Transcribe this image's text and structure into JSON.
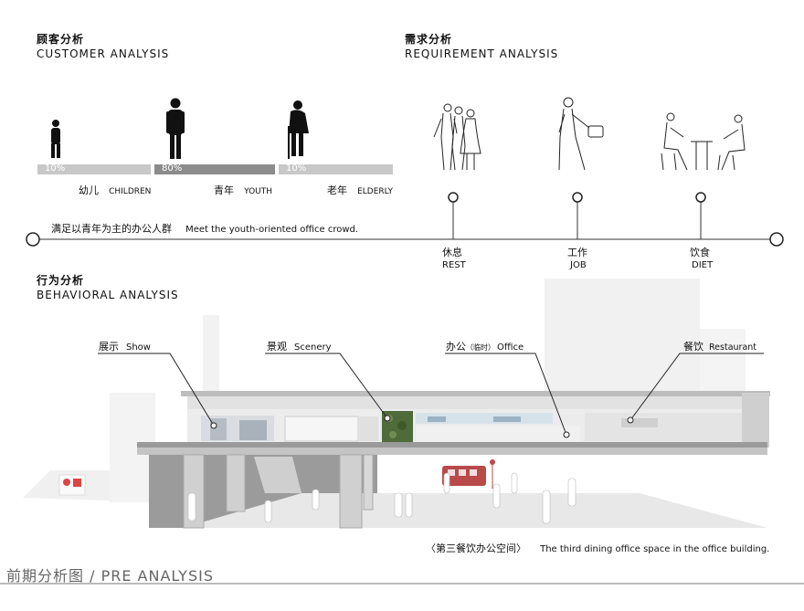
{
  "customer": {
    "title_cn": "顾客分析",
    "title_en": "CUSTOMER  ANALYSIS",
    "groups": [
      {
        "cn": "幼儿",
        "en": "CHILDREN",
        "percent": "10%",
        "share": 0.1
      },
      {
        "cn": "青年",
        "en": "YOUTH",
        "percent": "80%",
        "share": 0.8
      },
      {
        "cn": "老年",
        "en": "ELDERLY",
        "percent": "10%",
        "share": 0.1
      }
    ],
    "summary_cn": "满足以青年为主的办公人群",
    "summary_en": "Meet the youth-oriented office crowd."
  },
  "requirement": {
    "title_cn": "需求分析",
    "title_en": "REQUIREMENT  ANALYSIS",
    "items": [
      {
        "cn": "休息",
        "en": "REST"
      },
      {
        "cn": "工作",
        "en": "JOB"
      },
      {
        "cn": "饮食",
        "en": "DIET"
      }
    ]
  },
  "behavioral": {
    "title_cn": "行为分析",
    "title_en": "BEHAVIORAL  ANALYSIS",
    "callouts": [
      {
        "cn": "展示",
        "en": "Show"
      },
      {
        "cn": "景观",
        "en": "Scenery"
      },
      {
        "cn": "办公",
        "note": "（临时）",
        "en": "Office"
      },
      {
        "cn": "餐饮",
        "en": "Restaurant"
      }
    ],
    "caption_cn": "〈第三餐饮办公空间〉",
    "caption_en": "The third dining office space in the office building."
  },
  "footer": {
    "title": "前期分析图 / PRE ANALYSIS"
  },
  "colors": {
    "bar_light": "#c8c8c8",
    "bar_dark": "#8c8c8c",
    "line": "#333333",
    "green": "#4f6b3a",
    "accent_red": "#b94a4a"
  }
}
